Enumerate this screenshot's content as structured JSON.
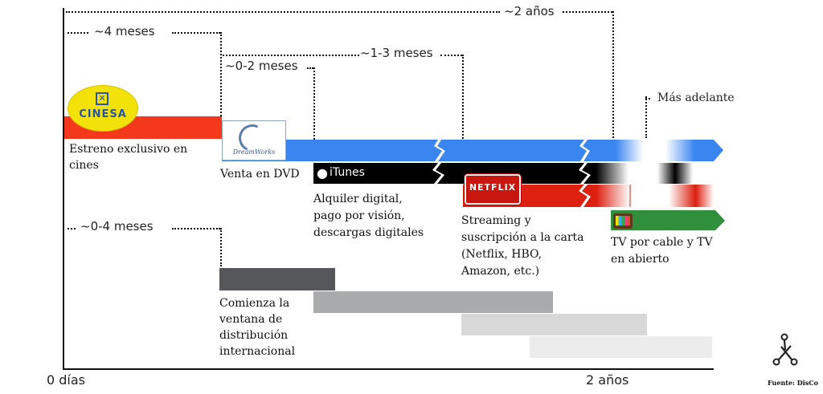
{
  "intervals": {
    "two_years_top": "~2 años",
    "four_months": "~4 meses",
    "zero_two_months": "~0-2 meses",
    "one_three_months": "~1-3 meses",
    "zero_four_months": "~0-4 meses",
    "later": "Más adelante"
  },
  "logos": {
    "cinesa": "CINESA",
    "dreamworks": "DreamWorks",
    "itunes": "iTunes",
    "netflix": "NETFLIX"
  },
  "labels": {
    "cinema": [
      "Estreno exclusivo en",
      "cines"
    ],
    "dvd": "Venta en DVD",
    "digital": [
      "Alquiler digital,",
      "pago por visión,",
      "descargas digitales"
    ],
    "streaming": [
      "Streaming y",
      "suscripción a la carta",
      "(Netflix, HBO,",
      "Amazon, etc.)"
    ],
    "tv": [
      "TV por cable y TV",
      "en abierto"
    ],
    "international": [
      "Comienza la",
      "ventana de",
      "distribución",
      "internacional"
    ]
  },
  "axis": {
    "start": "0 días",
    "end": "2 años"
  },
  "source": "Fuente: DisCo",
  "colors": {
    "cinema": "#f5381b",
    "dvd": "#3a86f0",
    "itunes": "#000000",
    "netflix": "#dd2010",
    "tv": "#2f8f3a",
    "intl_1": "#55575a",
    "intl_2": "#a9aaab",
    "intl_3": "#d8d8d8",
    "intl_4": "#ececec",
    "cinesa_logo": "#f2e20a"
  }
}
